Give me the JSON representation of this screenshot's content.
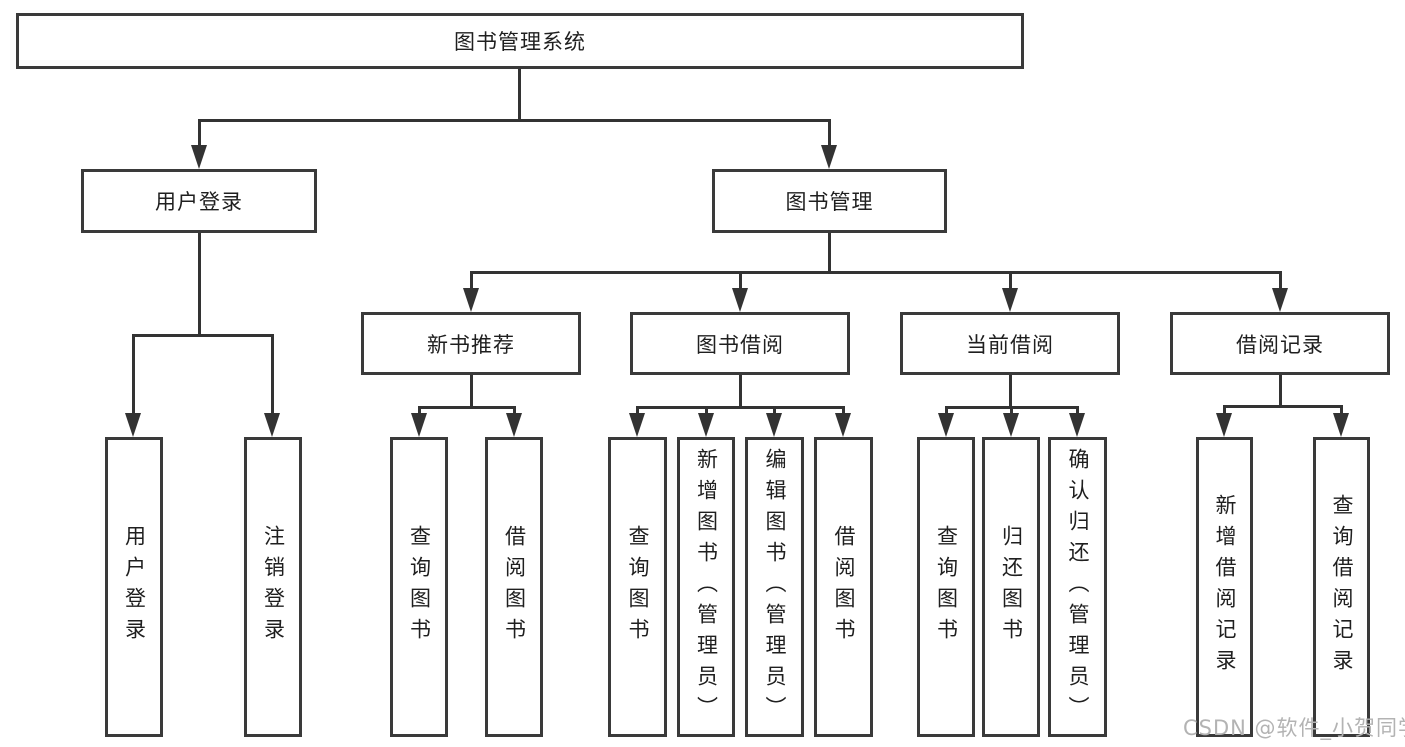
{
  "diagram": {
    "tree": {
      "root": {
        "label": "图书管理系统",
        "children": [
          {
            "label": "用户登录",
            "children": [
              {
                "label": "用户登录"
              },
              {
                "label": "注销登录"
              }
            ]
          },
          {
            "label": "图书管理",
            "children": [
              {
                "label": "新书推荐",
                "children": [
                  {
                    "label": "查询图书"
                  },
                  {
                    "label": "借阅图书"
                  }
                ]
              },
              {
                "label": "图书借阅",
                "children": [
                  {
                    "label": "查询图书"
                  },
                  {
                    "label": "新增图书（管理员）"
                  },
                  {
                    "label": "编辑图书（管理员）"
                  },
                  {
                    "label": "借阅图书"
                  }
                ]
              },
              {
                "label": "当前借阅",
                "children": [
                  {
                    "label": "查询图书"
                  },
                  {
                    "label": "归还图书"
                  },
                  {
                    "label": "确认归还（管理员）"
                  }
                ]
              },
              {
                "label": "借阅记录",
                "children": [
                  {
                    "label": "新增借阅记录"
                  },
                  {
                    "label": "查询借阅记录"
                  }
                ]
              }
            ]
          }
        ]
      }
    },
    "watermark": "CSDN @软件_小贺同学",
    "colors": {
      "background": "#ffffff",
      "border": "#3a3a3a",
      "line": "#333333",
      "text": "#1f1f1f",
      "watermark": "#b3b3b3"
    }
  }
}
